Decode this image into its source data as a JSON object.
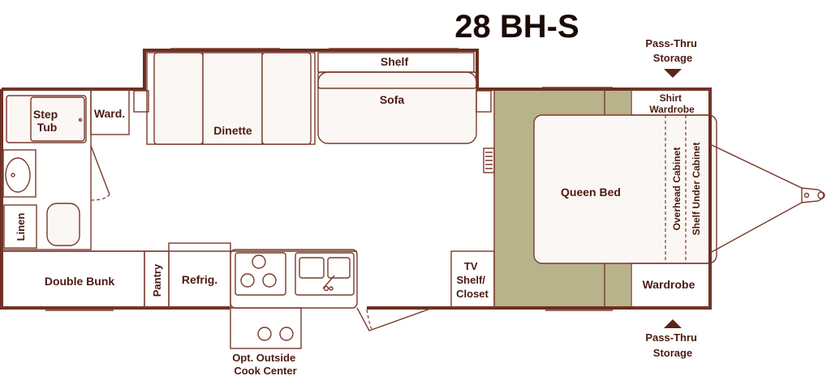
{
  "title": "28 BH-S",
  "labels": {
    "step_tub": [
      "Step",
      "Tub"
    ],
    "wardrobe_small": "Ward.",
    "dinette": "Dinette",
    "shelf": "Shelf",
    "sofa": "Sofa",
    "linen": "Linen",
    "double_bunk": "Double Bunk",
    "pantry": "Pantry",
    "refrigerator": "Refrig.",
    "tv_shelf_closet": [
      "TV",
      "Shelf/",
      "Closet"
    ],
    "queen_bed": "Queen Bed",
    "shirt_wardrobe": [
      "Shirt",
      "Wardrobe"
    ],
    "overhead_cabinet": "Overhead Cabinet",
    "shelf_under_cabinet": "Shelf Under Cabinet",
    "wardrobe": "Wardrobe",
    "pass_thru_top": [
      "Pass-Thru",
      "Storage"
    ],
    "pass_thru_bottom": [
      "Pass-Thru",
      "Storage"
    ],
    "outside_cook": [
      "Opt. Outside",
      "Cook Center"
    ]
  },
  "colors": {
    "wall": "#6b2e22",
    "bedroom_floor": "#b8b38b",
    "text": "#4a1a10"
  }
}
